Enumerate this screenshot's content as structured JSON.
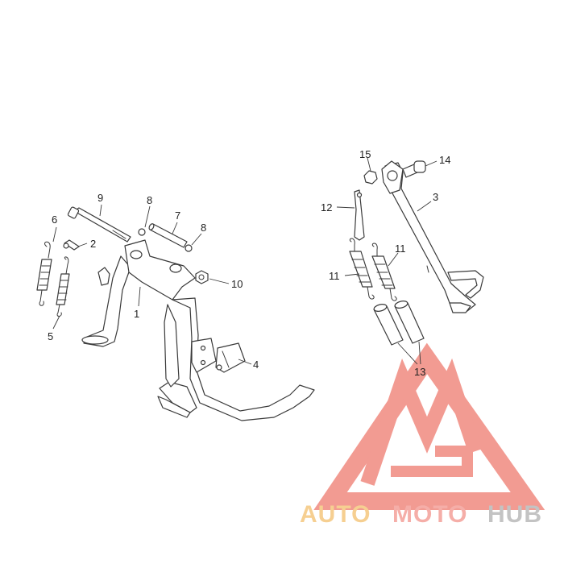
{
  "callouts": {
    "c1": "1",
    "c2": "2",
    "c3": "3",
    "c4": "4",
    "c5": "5",
    "c6": "6",
    "c7": "7",
    "c8a": "8",
    "c8b": "8",
    "c9": "9",
    "c10": "10",
    "c11a": "11",
    "c11b": "11",
    "c12": "12",
    "c13": "13",
    "c14": "14",
    "c15": "15"
  },
  "watermark": {
    "part1": "AUTO",
    "part2": "MOTO",
    "part3": "HUB",
    "color1": "#f5c77e",
    "color2": "#f4a09a",
    "color3": "#b9b9b9",
    "triangle_color": "#f08a80"
  }
}
